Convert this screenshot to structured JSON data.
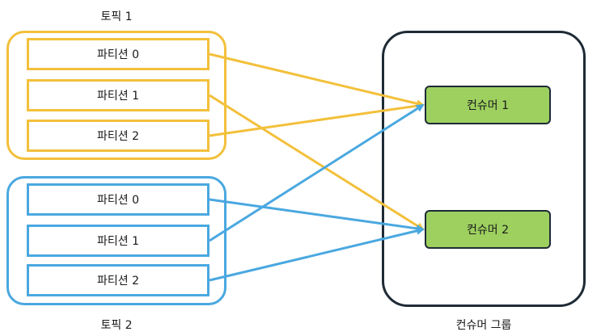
{
  "topic1": {
    "label": "토픽 1",
    "color": "#f3c03b",
    "partitions": [
      "파티션 0",
      "파티션 1",
      "파티션 2"
    ]
  },
  "topic2": {
    "label": "토픽 2",
    "color": "#4aa8e0",
    "partitions": [
      "파티션 0",
      "파티션 1",
      "파티션 2"
    ]
  },
  "consumer_group": {
    "label": "컨슈머 그룹",
    "border_color": "#1e2b36",
    "consumer_fill": "#9dd05f",
    "consumers": [
      "컨슈머 1",
      "컨슈머 2"
    ]
  },
  "assignments": [
    {
      "topic": "topic1",
      "partition": 0,
      "consumer": 0
    },
    {
      "topic": "topic1",
      "partition": 1,
      "consumer": 1
    },
    {
      "topic": "topic1",
      "partition": 2,
      "consumer": 0
    },
    {
      "topic": "topic2",
      "partition": 0,
      "consumer": 1
    },
    {
      "topic": "topic2",
      "partition": 1,
      "consumer": 0
    },
    {
      "topic": "topic2",
      "partition": 2,
      "consumer": 1
    }
  ]
}
